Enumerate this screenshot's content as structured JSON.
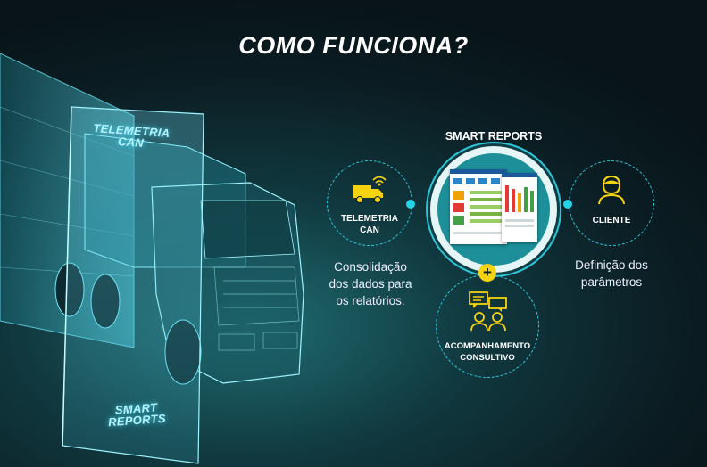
{
  "title": "COMO FUNCIONA?",
  "truck_panel": {
    "top_label_1": "TELEMETRIA",
    "top_label_2": "CAN",
    "bottom_label_1": "SMART",
    "bottom_label_2": "REPORTS"
  },
  "smart_reports": {
    "title": "SMART REPORTS"
  },
  "telemetria": {
    "label_1": "TELEMETRIA",
    "label_2": "CAN",
    "desc_1": "Consolidação",
    "desc_2": "dos dados para",
    "desc_3": "os relatórios."
  },
  "cliente": {
    "label": "CLIENTE",
    "desc_1": "Definição dos",
    "desc_2": "parâmetros"
  },
  "acompanhamento": {
    "plus": "+",
    "label_1": "ACOMPANHAMENTO",
    "label_2": "CONSULTIVO"
  },
  "colors": {
    "accent": "#2ec6d9",
    "yellow": "#f6d30f",
    "bg_dark": "#0b1e24"
  },
  "icons": {
    "telemetria": "truck-wifi-icon",
    "cliente": "person-icon",
    "acompanhamento": "people-chat-icon"
  }
}
